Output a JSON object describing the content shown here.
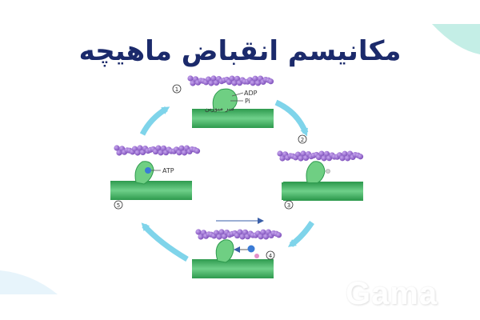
{
  "title": "مکانیسم انقباض ماهیچه",
  "labels": {
    "adp": "ADP",
    "pi": "Pi",
    "myosin_head": "سر میوزین",
    "atp": "ATP"
  },
  "steps": [
    "1",
    "2",
    "3",
    "4",
    "5"
  ],
  "watermark": "Gama",
  "colors": {
    "title": "#1b2a6b",
    "actin_bead": "#9b6cd6",
    "myosin_filament": "#3fae5e",
    "myosin_head": "#6fcf83",
    "arrow": "#7fd4ea",
    "atp_ball": "#3a7bd5",
    "accent_shape": "#c4eee6"
  }
}
